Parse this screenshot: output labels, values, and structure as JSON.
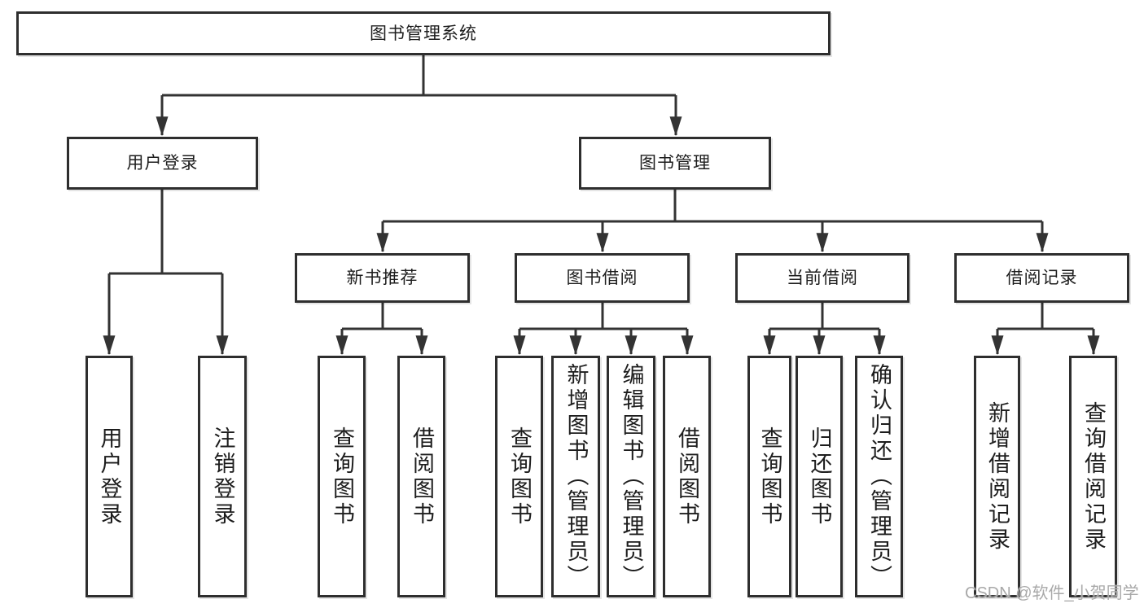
{
  "diagram_title": "图书管理系统",
  "tree": {
    "label": "图书管理系统",
    "children": [
      {
        "label": "用户登录",
        "children": [
          {
            "label": "用户登录"
          },
          {
            "label": "注销登录"
          }
        ]
      },
      {
        "label": "图书管理",
        "children": [
          {
            "label": "新书推荐",
            "children": [
              {
                "label": "查询图书"
              },
              {
                "label": "借阅图书"
              }
            ]
          },
          {
            "label": "图书借阅",
            "children": [
              {
                "label": "查询图书"
              },
              {
                "label": "新增图书（管理员）"
              },
              {
                "label": "编辑图书（管理员）"
              },
              {
                "label": "借阅图书"
              }
            ]
          },
          {
            "label": "当前借阅",
            "children": [
              {
                "label": "查询图书"
              },
              {
                "label": "归还图书"
              },
              {
                "label": "确认归还（管理员）"
              }
            ]
          },
          {
            "label": "借阅记录",
            "children": [
              {
                "label": "新增借阅记录"
              },
              {
                "label": "查询借阅记录"
              }
            ]
          }
        ]
      }
    ]
  },
  "watermark": {
    "text": "CSDN @软件_小贺同学"
  },
  "colors": {
    "line": "#333333",
    "box_border": "#2e2e2e",
    "box_fill": "#ffffff",
    "text": "#1d1d1d",
    "watermark": "#a9a9a9",
    "background": "#ffffff"
  }
}
